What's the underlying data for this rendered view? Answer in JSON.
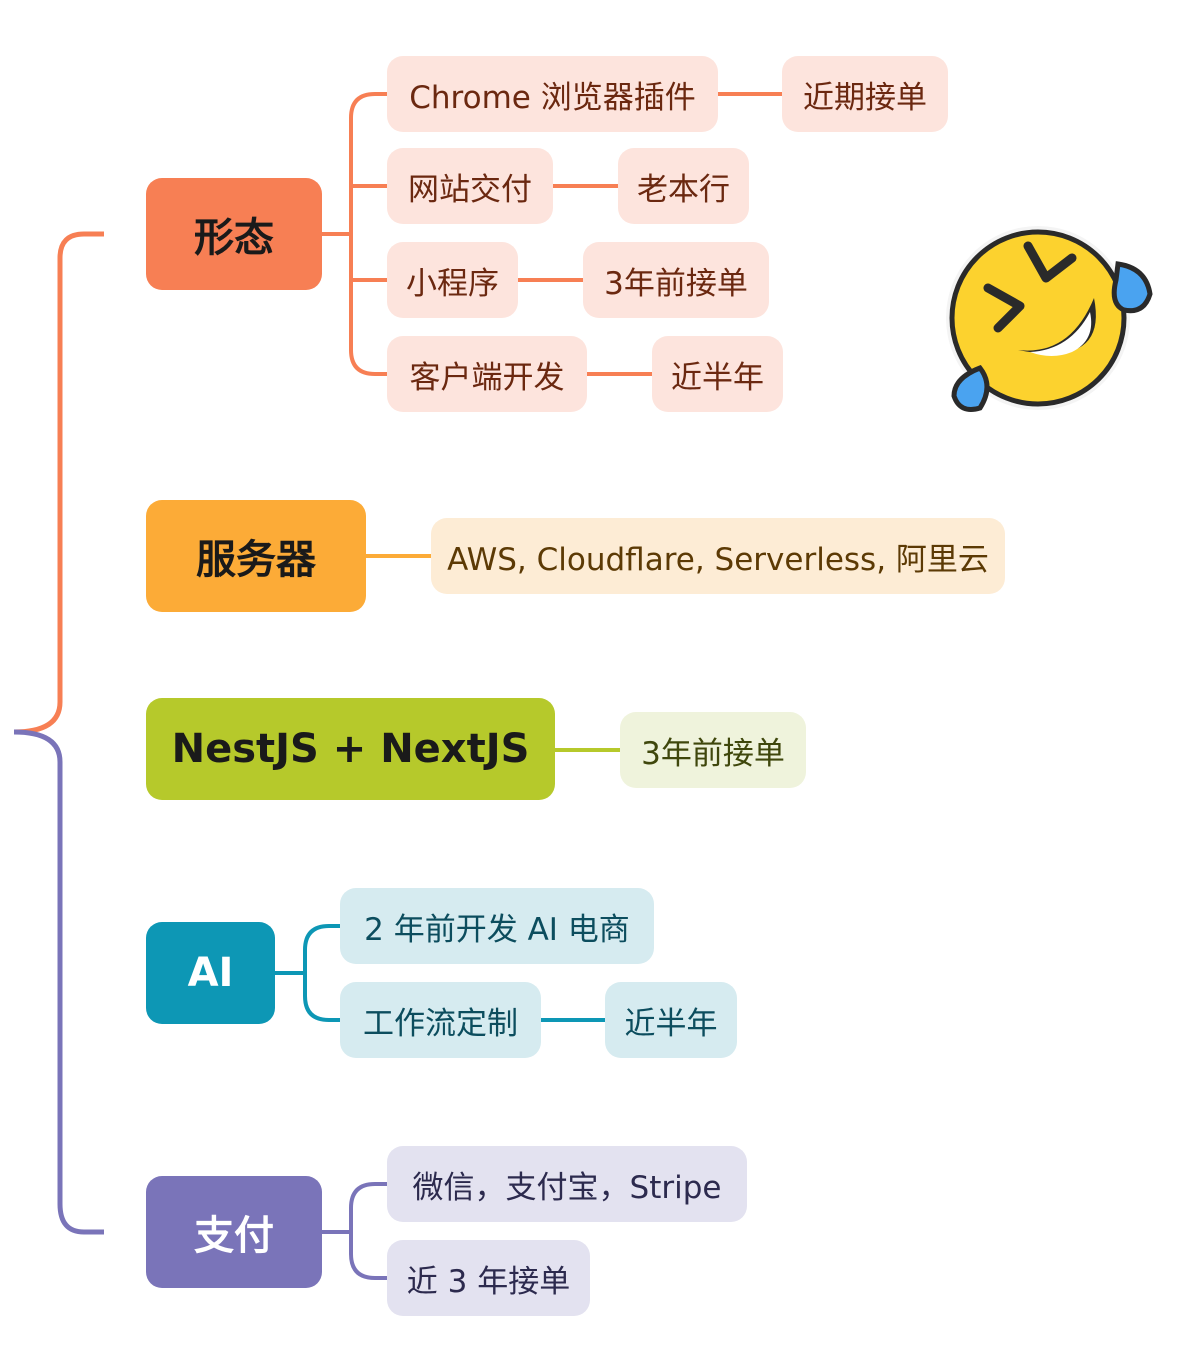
{
  "colors": {
    "form": "#f77f54",
    "server": "#fcab37",
    "stack": "#b6c92b",
    "ai": "#0d97b5",
    "payment": "#7a74b9"
  },
  "decoration": {
    "emoji_icon": "rolling-on-floor-laughing-emoji"
  },
  "branches": {
    "form": {
      "label": "形态",
      "items": [
        {
          "label": "Chrome 浏览器插件",
          "note": "近期接单"
        },
        {
          "label": "网站交付",
          "note": "老本行"
        },
        {
          "label": "小程序",
          "note": "3年前接单"
        },
        {
          "label": "客户端开发",
          "note": "近半年"
        }
      ]
    },
    "server": {
      "label": "服务器",
      "items": [
        {
          "label": "AWS, Cloudflare, Serverless, 阿里云"
        }
      ]
    },
    "stack": {
      "label": "NestJS + NextJS",
      "items": [
        {
          "label": "3年前接单"
        }
      ]
    },
    "ai": {
      "label": "AI",
      "items": [
        {
          "label": "2 年前开发 AI 电商"
        },
        {
          "label": "工作流定制",
          "note": "近半年"
        }
      ]
    },
    "payment": {
      "label": "支付",
      "items": [
        {
          "label": "微信，支付宝，Stripe"
        },
        {
          "label": "近 3 年接单"
        }
      ]
    }
  }
}
